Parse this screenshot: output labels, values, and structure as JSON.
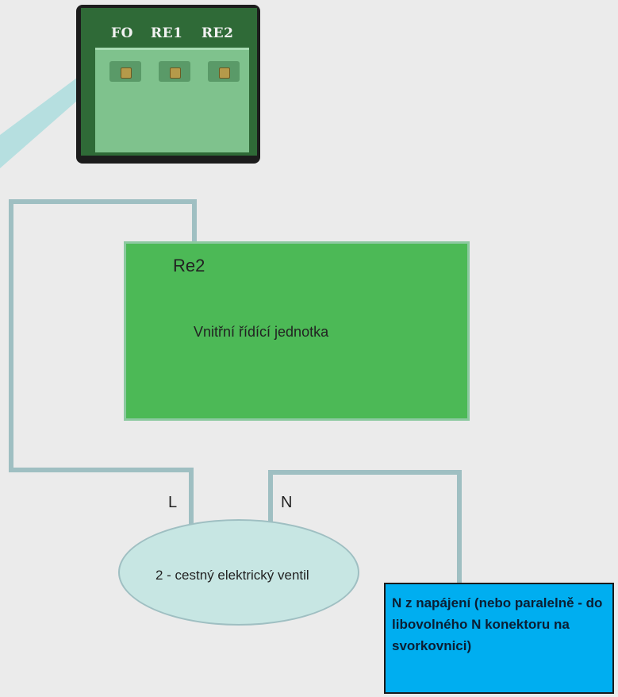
{
  "connector": {
    "labels": [
      "FO",
      "RE1",
      "RE2"
    ]
  },
  "control_unit": {
    "relay_label": "Re2",
    "name": "Vnitřní řídící jednotka"
  },
  "wires": {
    "live_label": "L",
    "neutral_label": "N"
  },
  "valve": {
    "label": "2 - cestný elektrický ventil"
  },
  "note": {
    "text": "N z napájení (nebo paralelně - do libovolného N konektoru na svorkovnici)"
  },
  "colors": {
    "background": "#ebebeb",
    "wire": "#9fbfc2",
    "unit_green": "#4cb956",
    "valve_fill": "#c7e6e3",
    "note_blue": "#00aef0",
    "callout_teal": "#b6dfe0"
  }
}
